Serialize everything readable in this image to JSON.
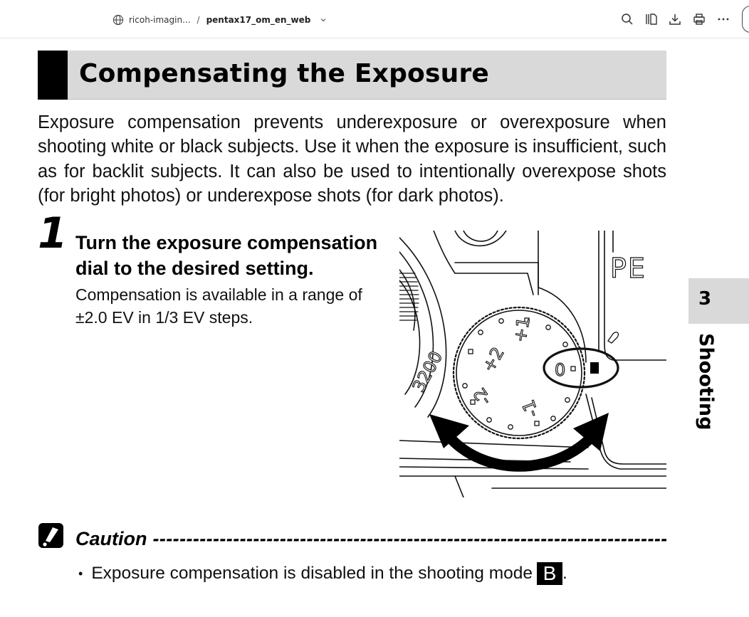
{
  "toolbar": {
    "source_label": "ricoh-imagin...",
    "separator": "/",
    "document_name": "pentax17_om_en_web",
    "icons": [
      "globe-icon",
      "chevron-down-icon",
      "search-icon",
      "pages-icon",
      "download-icon",
      "print-icon",
      "more-icon"
    ]
  },
  "section": {
    "title": "Compensating the Exposure"
  },
  "intro": "Exposure compensation prevents underexposure or overexposure when shooting white or black subjects. Use it when the exposure is insufficient, such as for backlit subjects. It can also be used to intentionally overexpose shots (for bright photos) or underexpose shots (for dark photos).",
  "step": {
    "number": "1",
    "title": "Turn the exposure compensation dial to the desired setting.",
    "description": "Compensation is available in a range of ±2.0 EV in 1/3 EV steps."
  },
  "illustration": {
    "iso_label": "3200",
    "brand_label": "PE",
    "dial_labels": [
      "+2",
      "+1",
      "0",
      "-1",
      "-2"
    ]
  },
  "chapter": {
    "number": "3",
    "label": "Shooting"
  },
  "caution": {
    "heading": "Caution",
    "dashes": "-------------------------------------------------------------------------------",
    "items": [
      {
        "bullet": "•",
        "text": "Exposure compensation is disabled in the shooting mode",
        "badge": "B",
        "end": "."
      }
    ]
  }
}
